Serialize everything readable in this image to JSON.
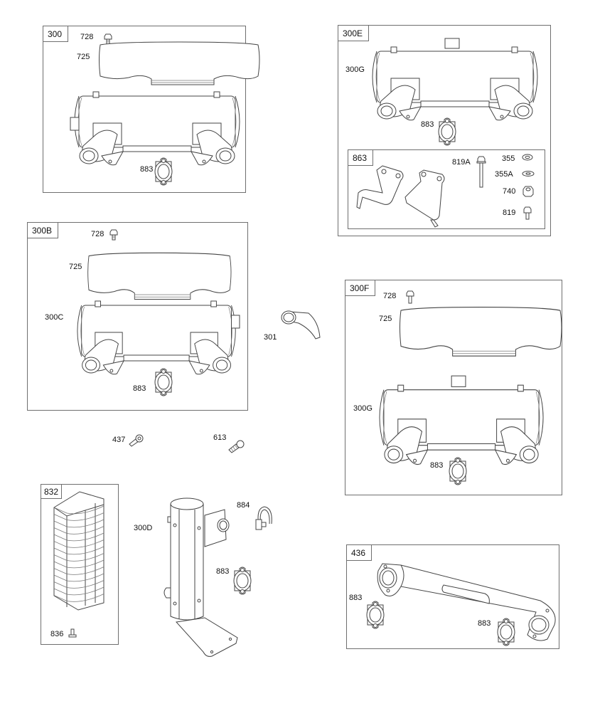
{
  "diagram": {
    "title": "Exhaust / muffler parts breakdown",
    "panels": [
      {
        "id": "300",
        "callouts": [
          "728",
          "725",
          "883"
        ],
        "parts": [
          {
            "ref": "728",
            "kind": "screw"
          },
          {
            "ref": "725",
            "kind": "heat-shield"
          },
          {
            "ref": "883",
            "kind": "gasket"
          }
        ]
      },
      {
        "id": "300E",
        "callouts": [
          "300G",
          "883"
        ],
        "parts": [
          {
            "ref": "300G",
            "kind": "muffler"
          },
          {
            "ref": "883",
            "kind": "gasket"
          }
        ],
        "subpanel": {
          "id": "863",
          "callouts": [
            "819A",
            "355",
            "355A",
            "740",
            "819"
          ],
          "parts": [
            {
              "ref": "863",
              "kind": "bracket-set"
            },
            {
              "ref": "819A",
              "kind": "long-bolt"
            },
            {
              "ref": "355",
              "kind": "lock-washer"
            },
            {
              "ref": "355A",
              "kind": "flat-washer"
            },
            {
              "ref": "740",
              "kind": "hex-nut"
            },
            {
              "ref": "819",
              "kind": "bolt"
            }
          ]
        }
      },
      {
        "id": "300B",
        "callouts": [
          "728",
          "725",
          "300C",
          "883"
        ],
        "parts": [
          {
            "ref": "728",
            "kind": "screw"
          },
          {
            "ref": "725",
            "kind": "heat-shield"
          },
          {
            "ref": "300C",
            "kind": "muffler"
          },
          {
            "ref": "883",
            "kind": "gasket"
          }
        ]
      },
      {
        "id": "300F",
        "callouts": [
          "728",
          "725",
          "300G",
          "883"
        ],
        "parts": [
          {
            "ref": "728",
            "kind": "screw"
          },
          {
            "ref": "725",
            "kind": "heat-shield"
          },
          {
            "ref": "300G",
            "kind": "muffler"
          },
          {
            "ref": "883",
            "kind": "gasket"
          }
        ]
      },
      {
        "id": "832",
        "callouts": [
          "836"
        ],
        "parts": [
          {
            "ref": "832",
            "kind": "spark-arrestor-screen"
          },
          {
            "ref": "836",
            "kind": "screw"
          }
        ]
      },
      {
        "id": "436",
        "callouts": [
          "883",
          "883"
        ],
        "parts": [
          {
            "ref": "436",
            "kind": "exhaust-manifold"
          },
          {
            "ref": "883",
            "kind": "gasket"
          }
        ]
      }
    ],
    "loose_parts": [
      {
        "ref": "301",
        "kind": "exhaust-deflector"
      },
      {
        "ref": "437",
        "kind": "screw"
      },
      {
        "ref": "613",
        "kind": "screw"
      },
      {
        "ref": "300D",
        "kind": "vertical-muffler"
      },
      {
        "ref": "884",
        "kind": "clamp"
      },
      {
        "ref": "883",
        "kind": "gasket"
      }
    ]
  }
}
